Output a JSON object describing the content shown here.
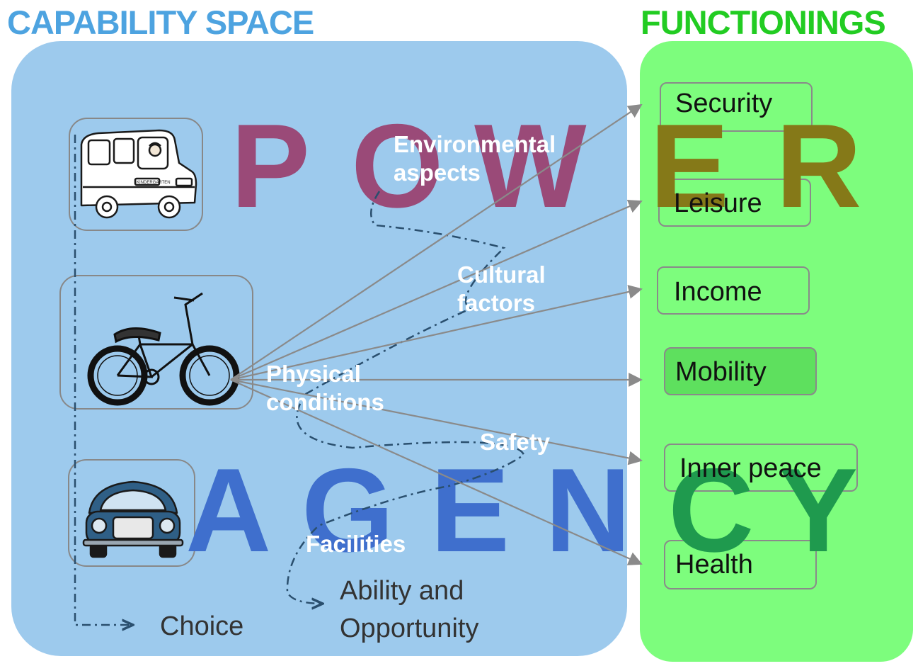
{
  "capability_space": {
    "title": "CAPABILITY SPACE",
    "color": "#4da3e0",
    "panel_color": "#9dcaed"
  },
  "functionings": {
    "title": "FUNCTIONINGS",
    "color": "#22cc22",
    "panel_color": "#7dfd7d",
    "items": [
      "Security",
      "Leisure",
      "Income",
      "Mobility",
      "Inner peace",
      "Health"
    ]
  },
  "power_letters": [
    "P",
    "O",
    "W",
    "E",
    "R"
  ],
  "power_colors": [
    "#9a4a78",
    "#9a4a78",
    "#9a4a78",
    "#857918",
    "#857918"
  ],
  "agency_letters": [
    "A",
    "G",
    "E",
    "N",
    "C",
    "Y"
  ],
  "agency_colors": [
    "#3f6fcd",
    "#3f6fcd",
    "#3f6fcd",
    "#3f6fcd",
    "#1f9a4e",
    "#1f9a4e"
  ],
  "factors": {
    "environmental": "Environmental aspects",
    "cultural": "Cultural factors",
    "physical": "Physical conditions",
    "safety": "Safety",
    "facilities": "Facilities"
  },
  "legend": {
    "choice": "Choice",
    "ability": "Ability and Opportunity"
  },
  "vehicles": [
    {
      "name": "bus",
      "icon": "bus-icon",
      "label": "KINDERGARTEN"
    },
    {
      "name": "bicycle",
      "icon": "bicycle-icon"
    },
    {
      "name": "car",
      "icon": "car-icon"
    }
  ]
}
